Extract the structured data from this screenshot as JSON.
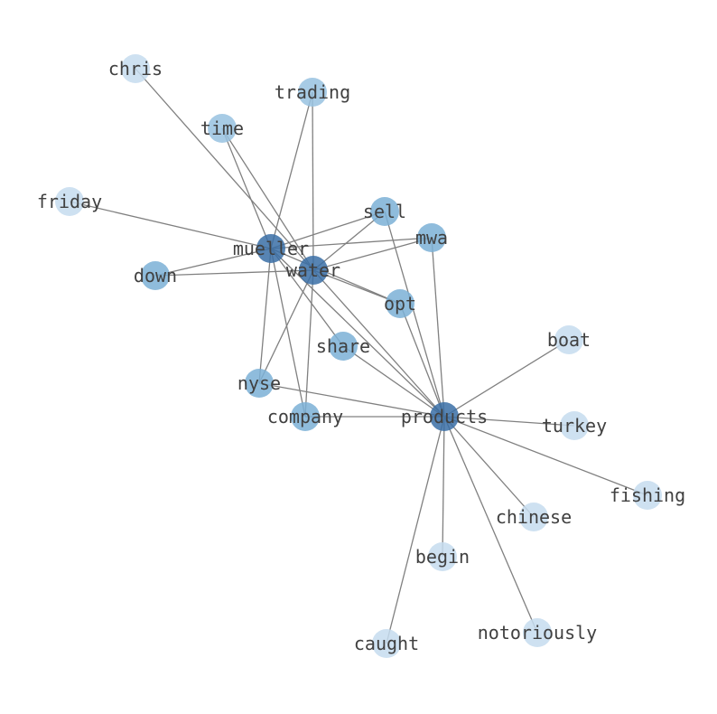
{
  "graph": {
    "nodes": [
      {
        "id": "chris",
        "label": "chris",
        "color": "#c6dcee"
      },
      {
        "id": "trading",
        "label": "trading",
        "color": "#98c2e0"
      },
      {
        "id": "time",
        "label": "time",
        "color": "#98c2e0"
      },
      {
        "id": "friday",
        "label": "friday",
        "color": "#c6dcee"
      },
      {
        "id": "sell",
        "label": "sell",
        "color": "#7bb0d6"
      },
      {
        "id": "mwa",
        "label": "mwa",
        "color": "#7bb0d6"
      },
      {
        "id": "mueller",
        "label": "mueller",
        "color": "#3a6fa6"
      },
      {
        "id": "water",
        "label": "water",
        "color": "#3a6fa6"
      },
      {
        "id": "down",
        "label": "down",
        "color": "#7bb0d6"
      },
      {
        "id": "opt",
        "label": "opt",
        "color": "#7bb0d6"
      },
      {
        "id": "boat",
        "label": "boat",
        "color": "#c6dcee"
      },
      {
        "id": "share",
        "label": "share",
        "color": "#7bb0d6"
      },
      {
        "id": "nyse",
        "label": "nyse",
        "color": "#7bb0d6"
      },
      {
        "id": "company",
        "label": "company",
        "color": "#7bb0d6"
      },
      {
        "id": "products",
        "label": "products",
        "color": "#3a6fa6"
      },
      {
        "id": "turkey",
        "label": "turkey",
        "color": "#c6dcee"
      },
      {
        "id": "fishing",
        "label": "fishing",
        "color": "#c6dcee"
      },
      {
        "id": "chinese",
        "label": "chinese",
        "color": "#c6dcee"
      },
      {
        "id": "begin",
        "label": "begin",
        "color": "#c6dcee"
      },
      {
        "id": "notoriously",
        "label": "notoriously",
        "color": "#c6dcee"
      },
      {
        "id": "caught",
        "label": "caught",
        "color": "#c6dcee"
      }
    ],
    "edges": [
      [
        "chris",
        "water"
      ],
      [
        "trading",
        "mueller"
      ],
      [
        "trading",
        "water"
      ],
      [
        "time",
        "mueller"
      ],
      [
        "time",
        "water"
      ],
      [
        "friday",
        "mueller"
      ],
      [
        "sell",
        "mueller"
      ],
      [
        "sell",
        "products"
      ],
      [
        "sell",
        "water"
      ],
      [
        "mwa",
        "mueller"
      ],
      [
        "mwa",
        "water"
      ],
      [
        "mwa",
        "products"
      ],
      [
        "mueller",
        "down"
      ],
      [
        "mueller",
        "opt"
      ],
      [
        "mueller",
        "nyse"
      ],
      [
        "mueller",
        "company"
      ],
      [
        "mueller",
        "products"
      ],
      [
        "mueller",
        "share"
      ],
      [
        "water",
        "down"
      ],
      [
        "water",
        "opt"
      ],
      [
        "water",
        "nyse"
      ],
      [
        "water",
        "company"
      ],
      [
        "water",
        "products"
      ],
      [
        "opt",
        "products"
      ],
      [
        "share",
        "products"
      ],
      [
        "nyse",
        "products"
      ],
      [
        "company",
        "products"
      ],
      [
        "products",
        "boat"
      ],
      [
        "products",
        "turkey"
      ],
      [
        "products",
        "fishing"
      ],
      [
        "products",
        "chinese"
      ],
      [
        "products",
        "begin"
      ],
      [
        "products",
        "notoriously"
      ],
      [
        "products",
        "caught"
      ]
    ]
  }
}
